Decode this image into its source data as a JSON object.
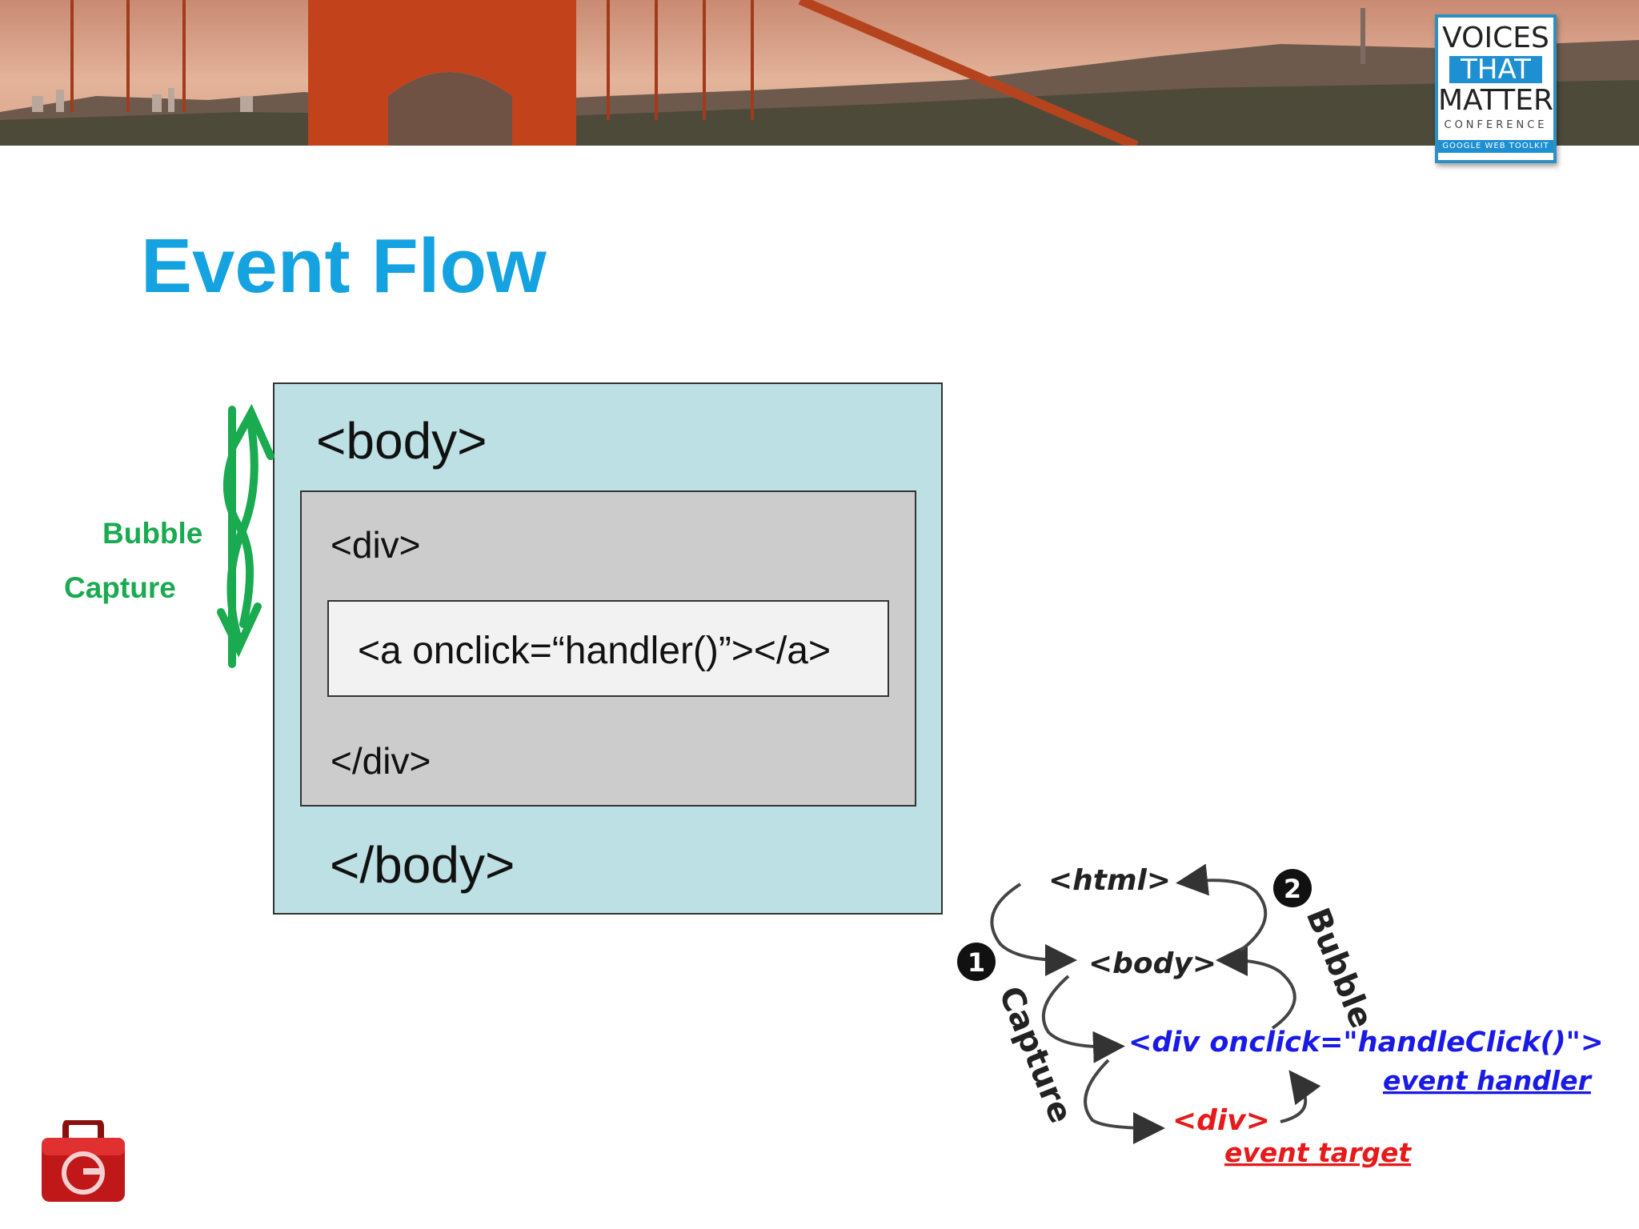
{
  "banner": {
    "logo": {
      "line1": "VOICES",
      "line2": "THAT",
      "line3": "MATTER",
      "line4": "CONFERENCE",
      "line5": "GOOGLE WEB TOOLKIT"
    }
  },
  "slide": {
    "title": "Event Flow"
  },
  "boxes": {
    "body_open": "<body>",
    "body_close": "</body>",
    "div_open": "<div>",
    "div_close": "</div>",
    "anchor": "<a onclick=“handler()”></a>"
  },
  "flow_labels": {
    "bubble": "Bubble",
    "capture": "Capture"
  },
  "inset_diagram": {
    "html": "<html>",
    "body": "<body>",
    "div_handler": "<div onclick=\"handleClick()\">",
    "event_handler": "event handler",
    "div_target": "<div>",
    "event_target": "event target",
    "capture_num": "1",
    "capture": "Capture",
    "bubble_num": "2",
    "bubble": "Bubble",
    "colors": {
      "handler": "#1a1ae6",
      "target": "#e61a1a"
    }
  },
  "colors": {
    "title": "#14a3e0",
    "flow": "#1aaa50",
    "body_box": "#bde0e4",
    "div_box": "#cccccc",
    "anchor_box": "#f2f2f2"
  }
}
